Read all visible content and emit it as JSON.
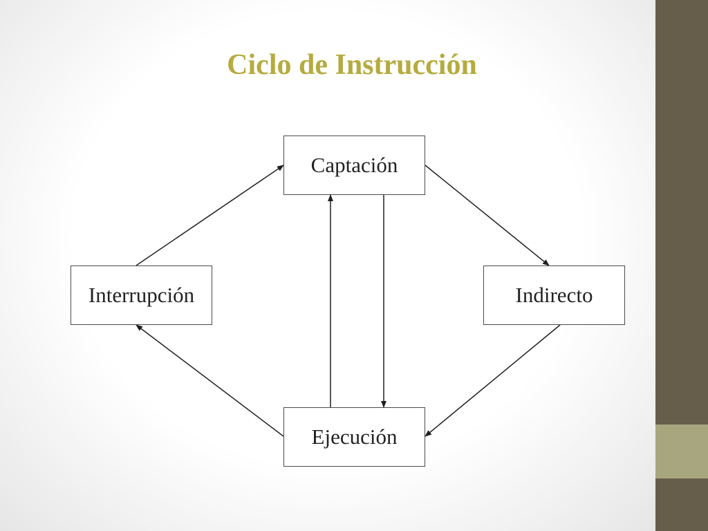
{
  "title": "Ciclo de Instrucción",
  "nodes": {
    "captacion": "Captación",
    "interrupcion": "Interrupción",
    "indirecto": "Indirecto",
    "ejecucion": "Ejecución"
  },
  "edges": [
    {
      "from": "Captación",
      "to": "Indirecto"
    },
    {
      "from": "Indirecto",
      "to": "Ejecución"
    },
    {
      "from": "Captación",
      "to": "Ejecución"
    },
    {
      "from": "Ejecución",
      "to": "Captación"
    },
    {
      "from": "Ejecución",
      "to": "Interrupción"
    },
    {
      "from": "Interrupción",
      "to": "Captación"
    }
  ],
  "colors": {
    "title": "#b5ab3f",
    "sidebar": "#665e4a",
    "sidebar_accent": "#a8a67e",
    "edge": "#1f1f1f"
  }
}
